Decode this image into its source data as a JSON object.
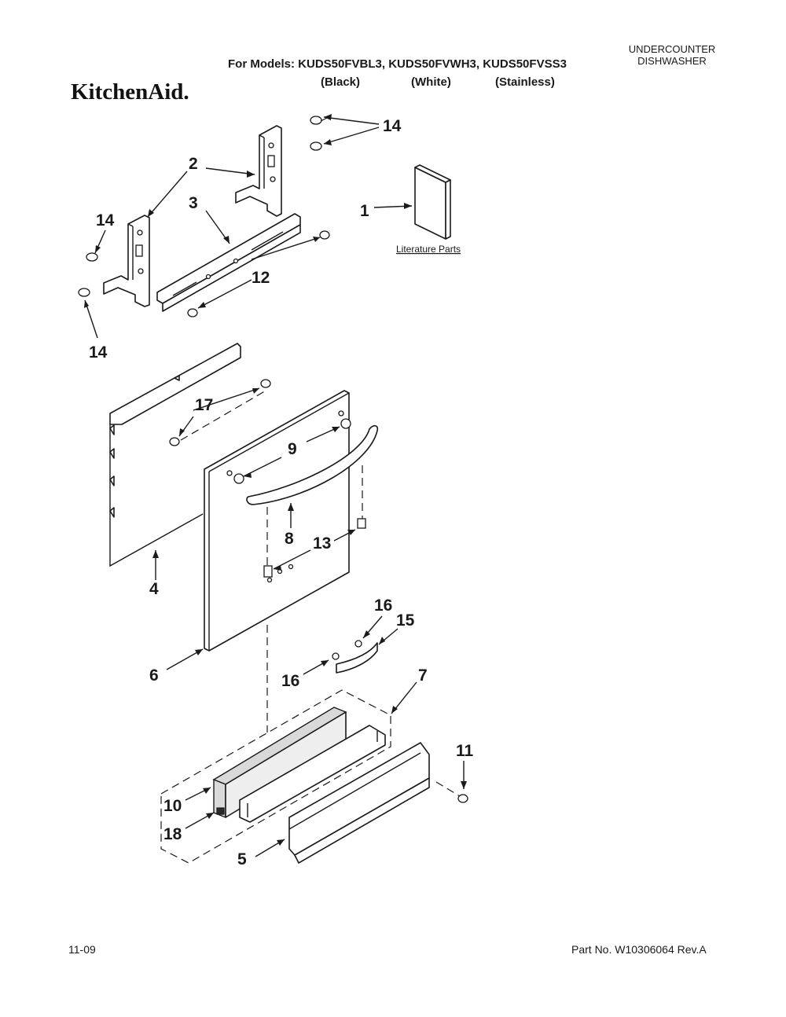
{
  "header": {
    "models_line": "For Models: KUDS50FVBL3, KUDS50FVWH3, KUDS50FVSS3",
    "variants": [
      "(Black)",
      "(White)",
      "(Stainless)"
    ],
    "product_type": [
      "UNDERCOUNTER",
      "DISHWASHER"
    ],
    "brand": "KitchenAid."
  },
  "diagram": {
    "literature_label": "Literature Parts",
    "callouts": [
      {
        "id": "c1",
        "label": "1"
      },
      {
        "id": "c2",
        "label": "2"
      },
      {
        "id": "c3",
        "label": "3"
      },
      {
        "id": "c4",
        "label": "4"
      },
      {
        "id": "c5",
        "label": "5"
      },
      {
        "id": "c6",
        "label": "6"
      },
      {
        "id": "c7",
        "label": "7"
      },
      {
        "id": "c8",
        "label": "8"
      },
      {
        "id": "c9",
        "label": "9"
      },
      {
        "id": "c10",
        "label": "10"
      },
      {
        "id": "c11",
        "label": "11"
      },
      {
        "id": "c12",
        "label": "12"
      },
      {
        "id": "c13",
        "label": "13"
      },
      {
        "id": "c14a",
        "label": "14"
      },
      {
        "id": "c14b",
        "label": "14"
      },
      {
        "id": "c14c",
        "label": "14"
      },
      {
        "id": "c15",
        "label": "15"
      },
      {
        "id": "c16a",
        "label": "16"
      },
      {
        "id": "c16b",
        "label": "16"
      },
      {
        "id": "c17",
        "label": "17"
      },
      {
        "id": "c18",
        "label": "18"
      }
    ]
  },
  "footer": {
    "date": "11-09",
    "part_number": "Part No. W10306064 Rev.A"
  }
}
